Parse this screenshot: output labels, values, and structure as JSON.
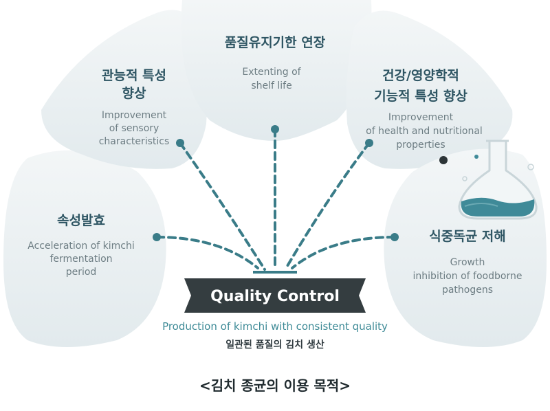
{
  "center": {
    "badge": "Quality Control",
    "subtitle_en": "Production of kimchi with consistent quality",
    "subtitle_ko": "일관된 품질의 김치 생산"
  },
  "petals": [
    {
      "ko": [
        "속성발효"
      ],
      "en": [
        "Acceleration of kimchi",
        "fermentation",
        "period"
      ]
    },
    {
      "ko": [
        "관능적 특성",
        "향상"
      ],
      "en": [
        "Improvement",
        "of sensory",
        "characteristics"
      ]
    },
    {
      "ko": [
        "품질유지기한 연장"
      ],
      "en": [
        "Extenting of",
        "shelf life"
      ]
    },
    {
      "ko": [
        "건강/영양학적",
        "기능적 특성 향상"
      ],
      "en": [
        "Improvement",
        "of health and nutritional",
        "properties"
      ]
    },
    {
      "ko": [
        "식중독균 저해"
      ],
      "en": [
        "Growth",
        "inhibition of foodborne",
        "pathogens"
      ]
    }
  ],
  "caption": "<김치 종균의 이용 목적>",
  "colors": {
    "petal_fill": "#e7eef0",
    "connector": "#3a7c88",
    "badge_bg": "#343d40",
    "flask_liquid": "#3f8a98"
  },
  "icons": [
    "flask-icon"
  ]
}
